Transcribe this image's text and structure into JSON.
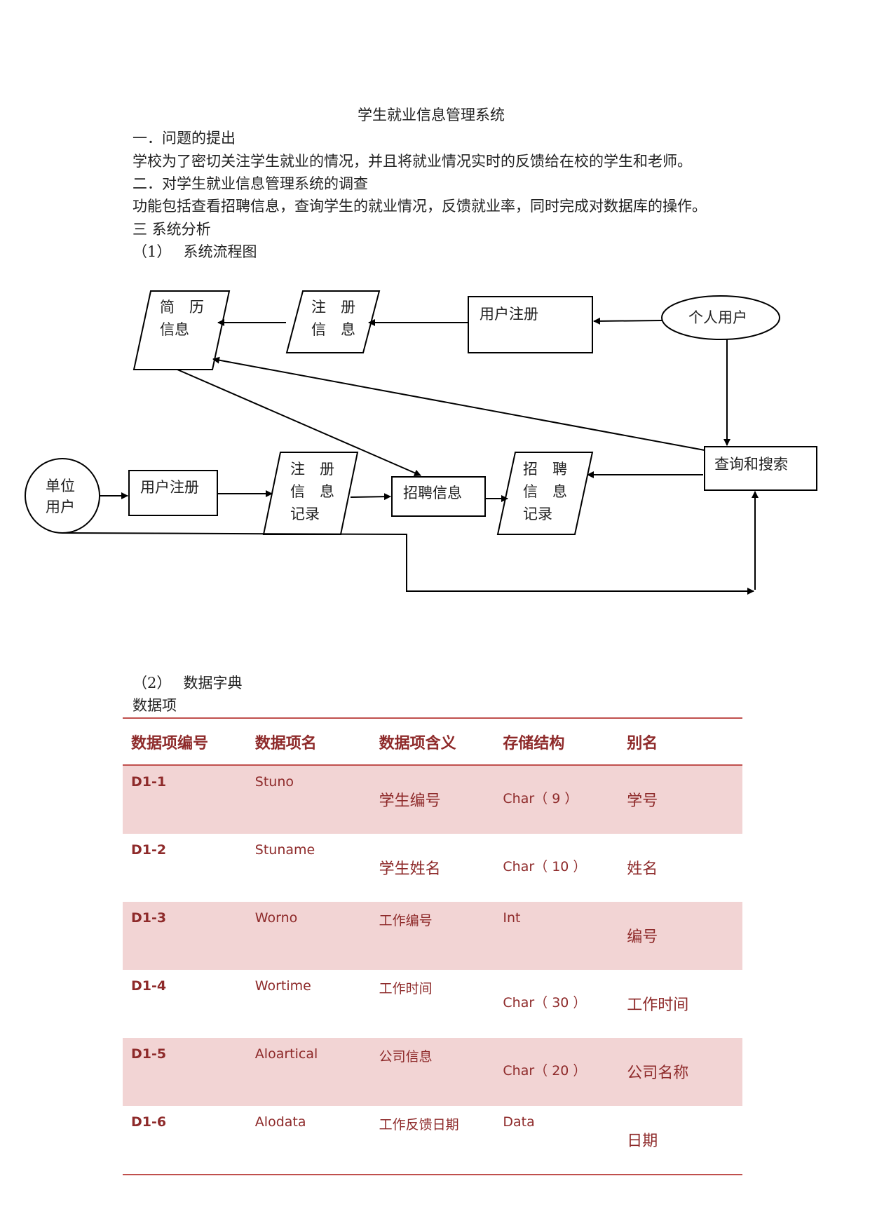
{
  "doc": {
    "title": "学生就业信息管理系统",
    "sec1_heading": "一．问题的提出",
    "sec1_text": "学校为了密切关注学生就业的情况，并且将就业情况实时的反馈给在校的学生和老师。",
    "sec2_heading": "二．对学生就业信息管理系统的调查",
    "sec2_text": "功能包括查看招聘信息，查询学生的就业情况，反馈就业率，同时完成对数据库的操作。",
    "sec3_heading": "三 系统分析",
    "sub1": "（1）　 系统流程图",
    "sub2": "（2）　 数据字典",
    "data_item_label": "数据项"
  },
  "flow": {
    "resume_a": "简　历",
    "resume_b": "信息",
    "reg_top_a": "注　册",
    "reg_top_b": "信　息",
    "user_reg_top": "用户注册",
    "personal_user": "个人用户",
    "unit_a": "单位",
    "unit_b": "用户",
    "user_reg_bottom": "用户注册",
    "reg_bot_a": "注　册",
    "reg_bot_b": "信　息",
    "reg_bot_c": "记录",
    "recruit_info": "招聘信息",
    "recruit_rec_a": "招　聘",
    "recruit_rec_b": "信　息",
    "recruit_rec_c": "记录",
    "query": "查询和搜索"
  },
  "table": {
    "headers": [
      "数据项编号",
      "数据项名",
      "数据项含义",
      "存储结构",
      "别名"
    ],
    "rows": [
      {
        "id": "D1-1",
        "name": "Stuno",
        "meaning": "学生编号",
        "type": "Char（ 9 ）",
        "alias": "学号"
      },
      {
        "id": "D1-2",
        "name": "Stuname",
        "meaning": "学生姓名",
        "type": "Char（ 10 ）",
        "alias": "姓名"
      },
      {
        "id": "D1-3",
        "name": "Worno",
        "meaning": "工作编号",
        "type": "Int",
        "alias": "编号"
      },
      {
        "id": "D1-4",
        "name": "Wortime",
        "meaning": "工作时间",
        "type": "Char（ 30 ）",
        "alias": "工作时间"
      },
      {
        "id": "D1-5",
        "name": "Aloartical",
        "meaning": "公司信息",
        "type": "Char（ 20 ）",
        "alias": "公司名称"
      },
      {
        "id": "D1-6",
        "name": "Alodata",
        "meaning": "工作反馈日期",
        "type": "Data",
        "alias": "日期"
      }
    ]
  },
  "colors": {
    "accent": "#c0504d",
    "text_red": "#8e2a2a",
    "band": "#f2d4d4"
  }
}
